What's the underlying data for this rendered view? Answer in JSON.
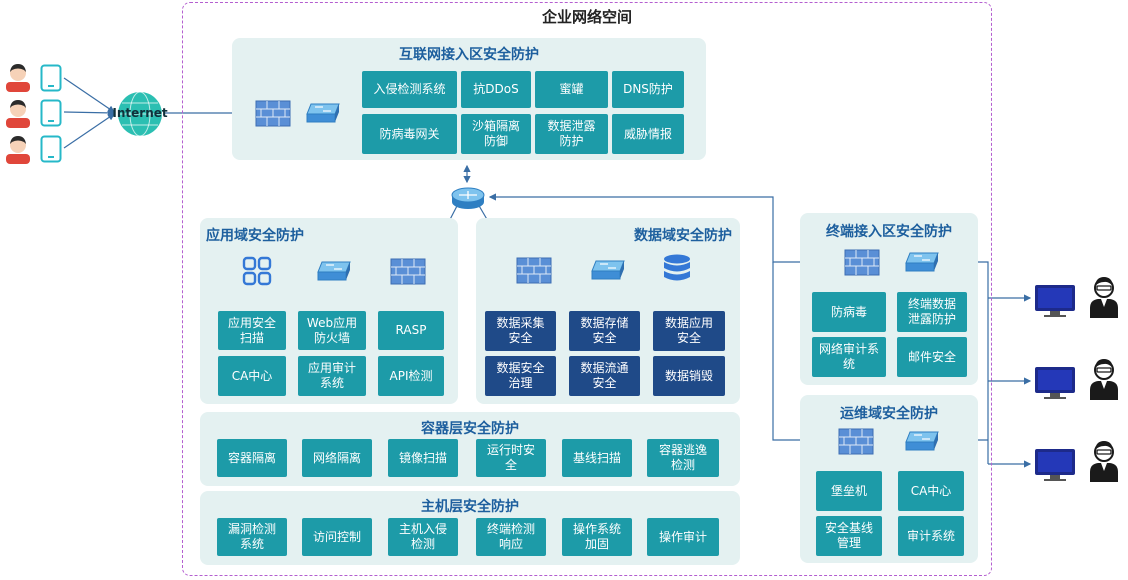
{
  "enterprise": {
    "title": "企业网络空间"
  },
  "internet": {
    "label": "Internet"
  },
  "internet_zone": {
    "title": "互联网接入区安全防护",
    "row1": [
      "入侵检测系统",
      "抗DDoS",
      "蜜罐",
      "DNS防护"
    ],
    "row2": [
      "防病毒网关",
      "沙箱隔离\n防御",
      "数据泄露\n防护",
      "威胁情报"
    ]
  },
  "app_zone": {
    "title": "应用域安全防护",
    "tiles": [
      "应用安全\n扫描",
      "Web应用\n防火墙",
      "RASP",
      "CA中心",
      "应用审计\n系统",
      "API检测"
    ]
  },
  "data_zone": {
    "title": "数据域安全防护",
    "tiles": [
      "数据采集\n安全",
      "数据存储\n安全",
      "数据应用\n安全",
      "数据安全\n治理",
      "数据流通\n安全",
      "数据销毁"
    ]
  },
  "container_zone": {
    "title": "容器层安全防护",
    "tiles": [
      "容器隔离",
      "网络隔离",
      "镜像扫描",
      "运行时安\n全",
      "基线扫描",
      "容器逃逸\n检测"
    ]
  },
  "host_zone": {
    "title": "主机层安全防护",
    "tiles": [
      "漏洞检测\n系统",
      "访问控制",
      "主机入侵\n检测",
      "终端检测\n响应",
      "操作系统\n加固",
      "操作审计"
    ]
  },
  "terminal_zone": {
    "title": "终端接入区安全防护",
    "tiles": [
      "防病毒",
      "终端数据\n泄露防护",
      "网络审计系\n统",
      "邮件安全"
    ]
  },
  "ops_zone": {
    "title": "运维域安全防护",
    "tiles": [
      "堡垒机",
      "CA中心",
      "安全基线\n管理",
      "审计系统"
    ]
  },
  "colors": {
    "tile_teal": "#1d9ba8",
    "tile_navy": "#1f4a88",
    "zone_bg": "#e4f1f1",
    "zone_title": "#1d5f9e",
    "border_dashed": "#b45fd0",
    "wire": "#3a6ea5"
  },
  "icons": [
    "user-icon",
    "mobile-device-icon",
    "internet-globe-icon",
    "firewall-icon",
    "network-switch-icon",
    "router-icon",
    "app-grid-icon",
    "database-icon",
    "monitor-icon",
    "admin-user-icon"
  ]
}
